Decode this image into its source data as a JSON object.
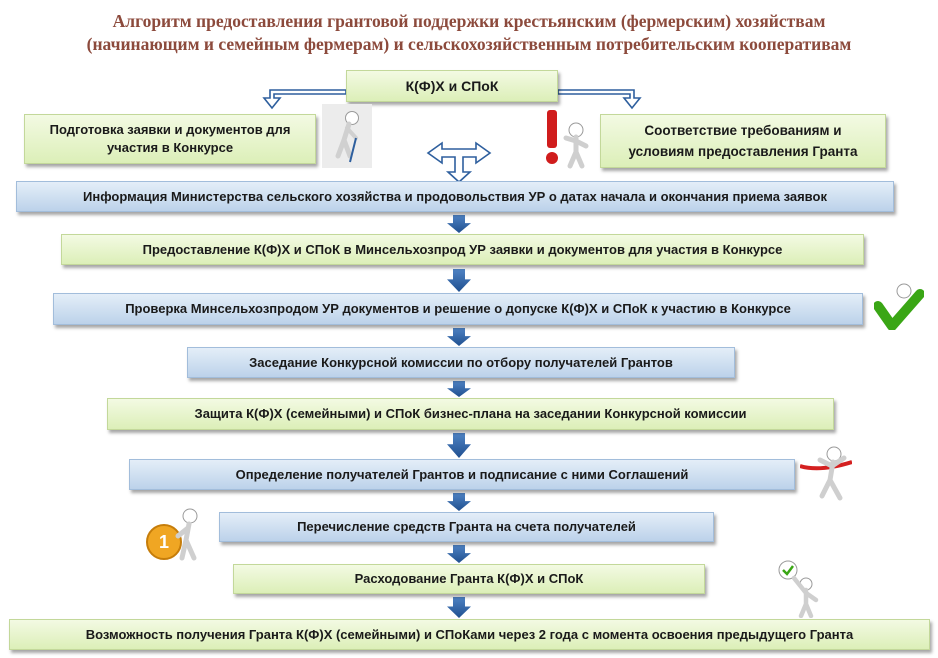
{
  "title": {
    "line1": "Алгоритм предоставления грантовой поддержки крестьянским (фермерским) хозяйствам",
    "line2": "(начинающим и семейным фермерам) и сельскохозяйственным потребительским кооперативам"
  },
  "top_box": "К(Ф)Х и СПоК",
  "left_box": "Подготовка заявки и документов для участия в Конкурсе",
  "right_box": "Соответствие требованиям и условиям предоставления Гранта",
  "steps": [
    "Информация Министерства сельского хозяйства и продовольствия УР о датах начала и окончания приема заявок",
    "Предоставление К(Ф)Х и СПоК в Минсельхозпрод УР заявки и документов для участия в Конкурсе",
    "Проверка Минсельхозпродом УР документов и решение о допуске К(Ф)Х и СПоК к участию в Конкурсе",
    "Заседание Конкурсной комиссии по отбору получателей Грантов",
    "Защита К(Ф)Х (семейными) и СПоК бизнес-плана на заседании Конкурсной комиссии",
    "Определение получателей Грантов и подписание с ними Соглашений",
    "Перечисление средств Гранта на счета получателей",
    "Расходование Гранта К(Ф)Х и СПоК",
    "Возможность получения Гранта К(Ф)Х (семейными) и СПоКами через 2 года с момента освоения предыдущего Гранта"
  ],
  "colors": {
    "title": "#8c4a3c",
    "arrow": "#2e5f9e",
    "green_box": "#e8f5cc",
    "blue_box": "#cddcee"
  }
}
